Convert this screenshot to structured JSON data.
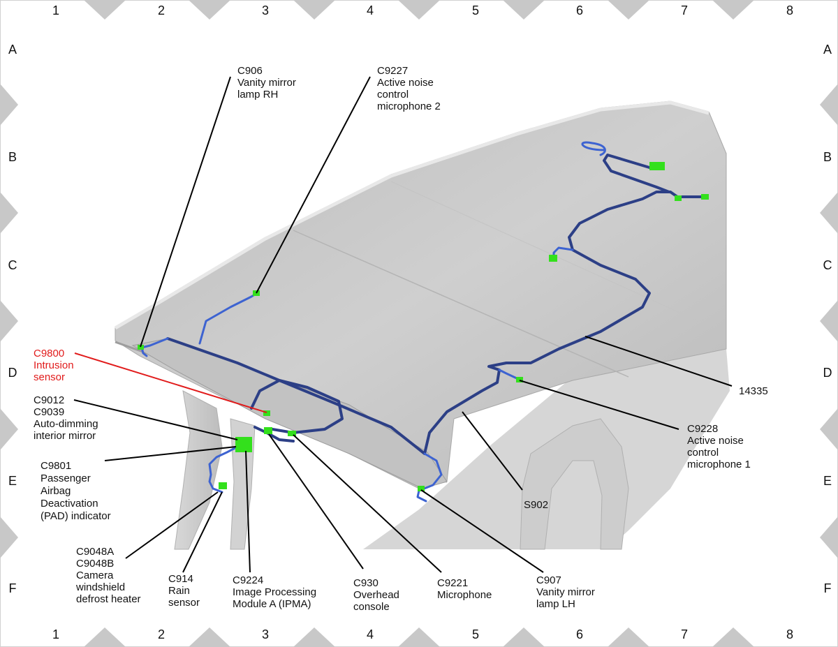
{
  "grid": {
    "columns": [
      "1",
      "2",
      "3",
      "4",
      "5",
      "6",
      "7",
      "8"
    ],
    "rows": [
      "A",
      "B",
      "C",
      "D",
      "E",
      "F"
    ]
  },
  "colors": {
    "harness": "#2c3f86",
    "connector": "#33e01c",
    "highlight": "#e11b1b",
    "roof": "#c9c9c9"
  },
  "labels": {
    "c906": [
      "C906",
      "Vanity mirror",
      "lamp RH"
    ],
    "c9227": [
      "C9227",
      "Active noise",
      "control",
      "microphone 2"
    ],
    "c9800": [
      "C9800",
      "Intrusion",
      "sensor"
    ],
    "c9012": [
      "C9012",
      "C9039",
      "Auto-dimming",
      "interior mirror"
    ],
    "c9801": [
      "C9801",
      "Passenger",
      "Airbag",
      "Deactivation",
      "(PAD) indicator"
    ],
    "c9048": [
      "C9048A",
      "C9048B",
      "Camera",
      "windshield",
      "defrost heater"
    ],
    "c914": [
      "C914",
      "Rain",
      "sensor"
    ],
    "c9224": [
      "C9224",
      "Image Processing",
      "Module A (IPMA)"
    ],
    "c930": [
      "C930",
      "Overhead",
      "console"
    ],
    "c9221": [
      "C9221",
      "Microphone"
    ],
    "c907": [
      "C907",
      "Vanity mirror",
      "lamp LH"
    ],
    "s902": [
      "S902"
    ],
    "c9228": [
      "C9228",
      "Active noise",
      "control",
      "microphone 1"
    ],
    "n14335": [
      "14335"
    ]
  }
}
